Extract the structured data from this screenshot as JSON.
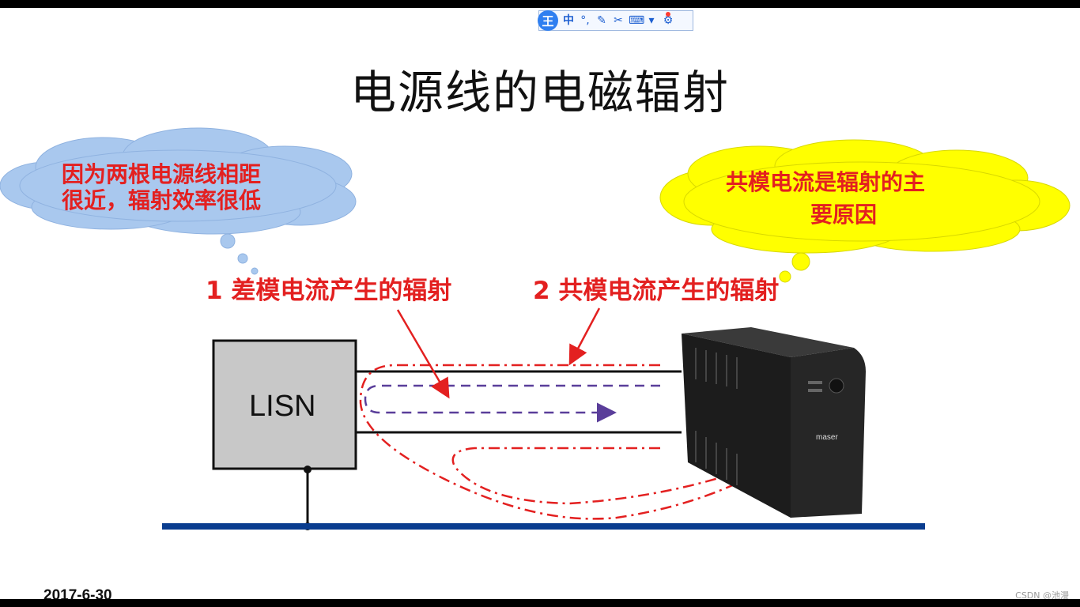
{
  "slide": {
    "title": "电源线的电磁辐射",
    "cloud_left": {
      "line1": "因为两根电源线相距",
      "line2": "很近，辐射效率很低",
      "color": "#a9c8ee"
    },
    "cloud_right": {
      "line1": "共模电流是辐射的主",
      "line2": "要原因",
      "color": "#ffff00"
    },
    "label_1": "1 差模电流产生的辐射",
    "label_2": "2 共模电流产生的辐射",
    "lisn_label": "LISN",
    "device_brand": "maser",
    "date": "2017-6-30"
  },
  "ime_toolbar": {
    "logo": "王",
    "mode": "中",
    "icons": [
      "logo-icon",
      "punctuation-icon",
      "pen-icon",
      "scissors-icon",
      "keyboard-icon",
      "shirt-icon",
      "gear-icon"
    ]
  },
  "watermark": "CSDN @池漫",
  "colors": {
    "red": "#e32020",
    "purple": "#5a3e9a",
    "ground": "#0a3d8f",
    "lisn_fill": "#c8c8c8"
  }
}
